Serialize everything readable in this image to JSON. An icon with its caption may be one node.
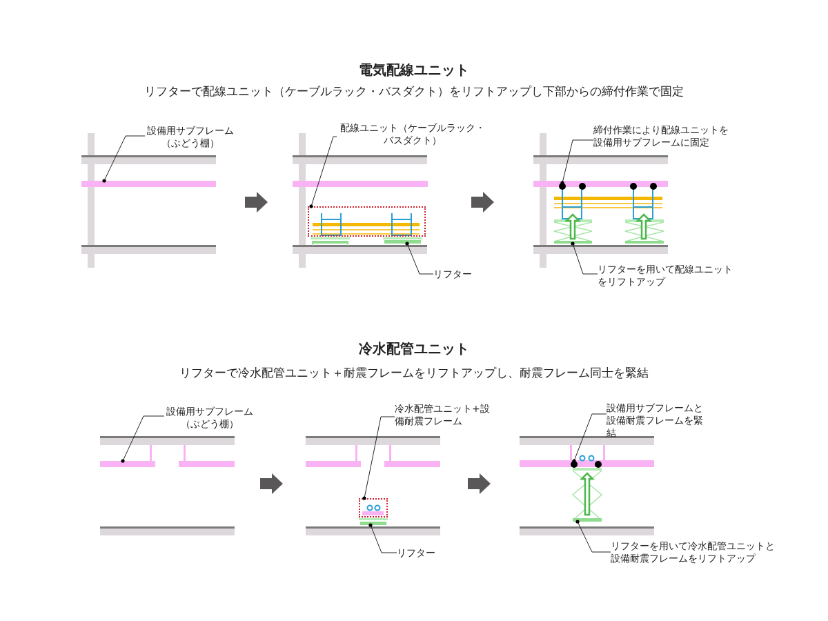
{
  "diagram": {
    "nodes": [
      {
        "text": [
          "設備用サブフレーム（ぶどう棚）"
        ]
      },
      {
        "text": [],
        "shape": "bar"
      },
      {
        "text": [
          "配線ユニット（ケーブルラック・バスダクト）"
        ]
      },
      {
        "text": [],
        "shape": "box"
      },
      {
        "text": [
          "リフター"
        ]
      },
      {
        "text": [],
        "shape": "bar"
      },
      {
        "text": [
          "締付作業により配線ユニットを設備用サブフレームに固定"
        ]
      },
      {
        "text": [],
        "shape": "circle"
      },
      {
        "text": [
          "リフターを用いて配線ユニットをリフトアップ"
        ]
      },
      {
        "text": [],
        "shape": "bar"
      },
      {
        "text": [
          "設備用サブフレーム（ぶどう棚）"
        ]
      },
      {
        "text": [],
        "shape": "bar"
      },
      {
        "text": [
          "冷水配管ユニット+設備耐震フレーム"
        ]
      },
      {
        "text": [],
        "shape": "box"
      },
      {
        "text": [
          "リフター"
        ]
      },
      {
        "text": [],
        "shape": "bar"
      },
      {
        "text": [
          "設備用サブフレームと設備耐震フレームを緊結"
        ]
      },
      {
        "text": [],
        "shape": "circle"
      },
      {
        "text": [
          "リフターを用いて冷水配管ユニットと設備耐震フレームをリフトアップ"
        ]
      },
      {
        "text": [],
        "shape": "bar"
      }
    ],
    "edges": [
      {
        "from": 0,
        "to": 1,
        "arrow": "other"
      },
      {
        "from": 2,
        "to": 3,
        "arrow": "other"
      },
      {
        "from": 4,
        "to": 5,
        "arrow": "other"
      },
      {
        "from": 6,
        "to": 7,
        "arrow": "other"
      },
      {
        "from": 8,
        "to": 9,
        "arrow": "other"
      },
      {
        "from": 10,
        "to": 11,
        "arrow": "other"
      },
      {
        "from": 12,
        "to": 13,
        "arrow": "other"
      },
      {
        "from": 14,
        "to": 15,
        "arrow": "other"
      },
      {
        "from": 16,
        "to": 17,
        "arrow": "other"
      },
      {
        "from": 18,
        "to": 19,
        "arrow": "other"
      }
    ],
    "labels": [
      "電気配線ユニット",
      "リフターで配線ユニット（ケーブルラック・バスダクト）をリフトアップし下部からの締付作業で固定",
      "冷水配管ユニット",
      "リフターで冷水配管ユニット＋耐震フレームをリフトアップし、耐震フレーム同士を緊結"
    ]
  }
}
